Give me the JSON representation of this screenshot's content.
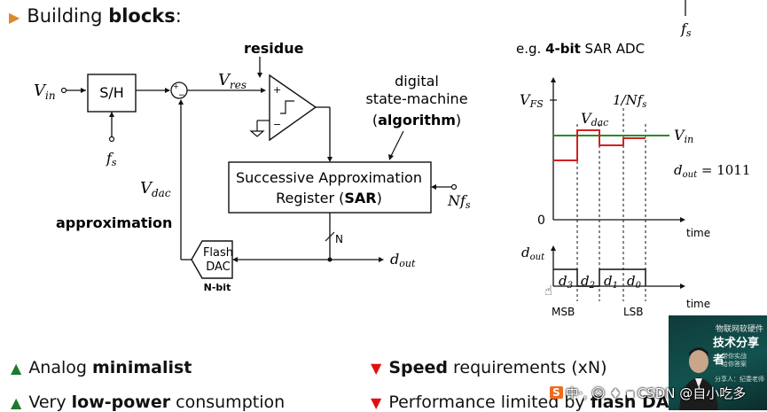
{
  "heading": {
    "prefix": "Building ",
    "bold": "blocks",
    "suffix": ":"
  },
  "block_diagram": {
    "vin": "V",
    "vin_sub": "in",
    "sh": "S/H",
    "fs": "f",
    "fs_sub": "s",
    "vres": "V",
    "vres_sub": "res",
    "residue": "residue",
    "digital": "digital",
    "state_machine": "state-machine",
    "algorithm": "algorithm",
    "sar_line1": "Successive Approximation",
    "sar_line2a": "Register (",
    "sar_line2b": "SAR",
    "sar_line2c": ")",
    "nfs": "Nf",
    "nfs_sub": "s",
    "vdac": "V",
    "vdac_sub": "dac",
    "approximation": "approximation",
    "n": "N",
    "flash1": "Flash",
    "flash2": "DAC",
    "nbit": "N-bit",
    "dout": "d",
    "dout_sub": "out",
    "comp_plus": "+",
    "comp_minus": "−",
    "sum_plus": "+",
    "sum_minus": "−"
  },
  "sar_example": {
    "title_prefix": "e.g. ",
    "title_bold": "4-bit",
    "title_suffix": " SAR ADC",
    "vfs": "V",
    "vfs_sub": "FS",
    "vdac": "V",
    "vdac_sub": "dac",
    "one_over": "1/Nf",
    "one_over_sub": "s",
    "vin": "V",
    "vin_sub": "in",
    "dout_eq": "d",
    "dout_eq_sub": "out",
    "dout_eq_val": " = 1011",
    "zero": "0",
    "time1": "time",
    "dout_axis": "d",
    "dout_axis_sub": "out",
    "bits": [
      "d",
      "d",
      "d",
      "d"
    ],
    "bit_subs": [
      "3",
      "2",
      "1",
      "0"
    ],
    "time2": "time",
    "msb": "MSB",
    "lsb": "LSB",
    "colors": {
      "vin": "#2a8a2a",
      "vdac": "#d42020"
    }
  },
  "corner_fs": "f",
  "corner_fs_sub": "s",
  "bullets_left": [
    {
      "pre": "Analog ",
      "bold": "minimalist",
      "post": ""
    },
    {
      "pre": "Very ",
      "bold": "low-power",
      "post": " consumption"
    }
  ],
  "bullets_right": [
    {
      "pre": "",
      "bold": "Speed",
      "post": " requirements (xN)"
    },
    {
      "pre": "Performance limited by ",
      "bold": "flash DAC",
      "post": ""
    }
  ],
  "video": {
    "t1": "物联网软硬件",
    "t2": "技术分享者",
    "t3a": "带你实战",
    "t3b": "给你答案",
    "t4": "分享人：纪委老师"
  },
  "watermark": {
    "logo": "S",
    "glyphs": "中·, ☺ ♦ ▪",
    "text": "CSDN @自小吃多"
  }
}
